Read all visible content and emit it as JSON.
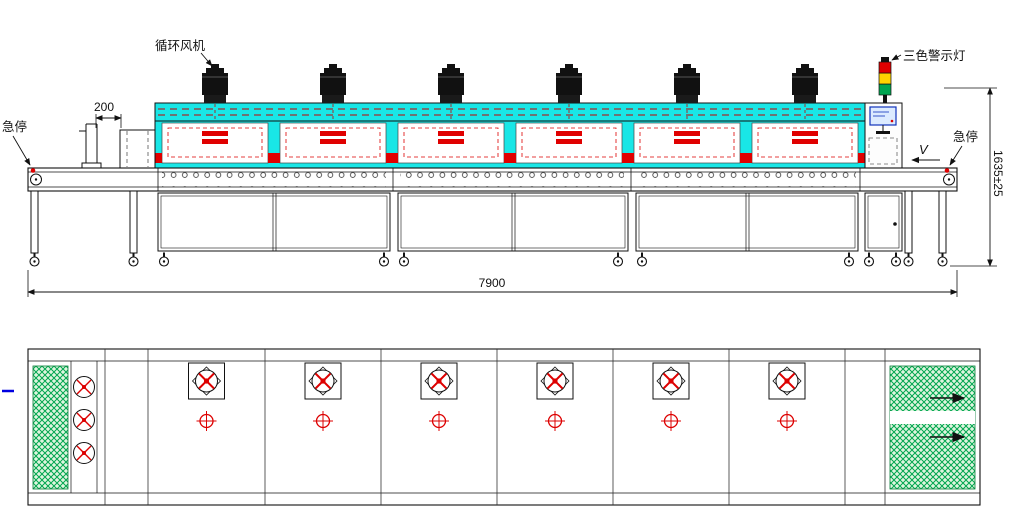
{
  "labels": {
    "circulation_fan": "循环风机",
    "tri_color_warning_light": "三色警示灯",
    "emergency_stop_left": "急停",
    "emergency_stop_right": "急停",
    "belt_direction": "V"
  },
  "dimensions": {
    "total_length": "7900",
    "total_height": "1635±25",
    "infeed_extension": "200"
  },
  "counts": {
    "circulation_fan_motors": 6,
    "heating_zones": 6,
    "plan_fan_units": 6,
    "alignment_targets": 6
  },
  "colors": {
    "tunnel_cyan": "#19e6e6",
    "heater_red": "#e00000",
    "belt_green": "#00a64f",
    "warning_red": "#e00000",
    "warning_yellow": "#ffd400",
    "warning_green": "#00a651",
    "screen_blue": "#1133bb",
    "marker_blue": "#0000e0"
  }
}
